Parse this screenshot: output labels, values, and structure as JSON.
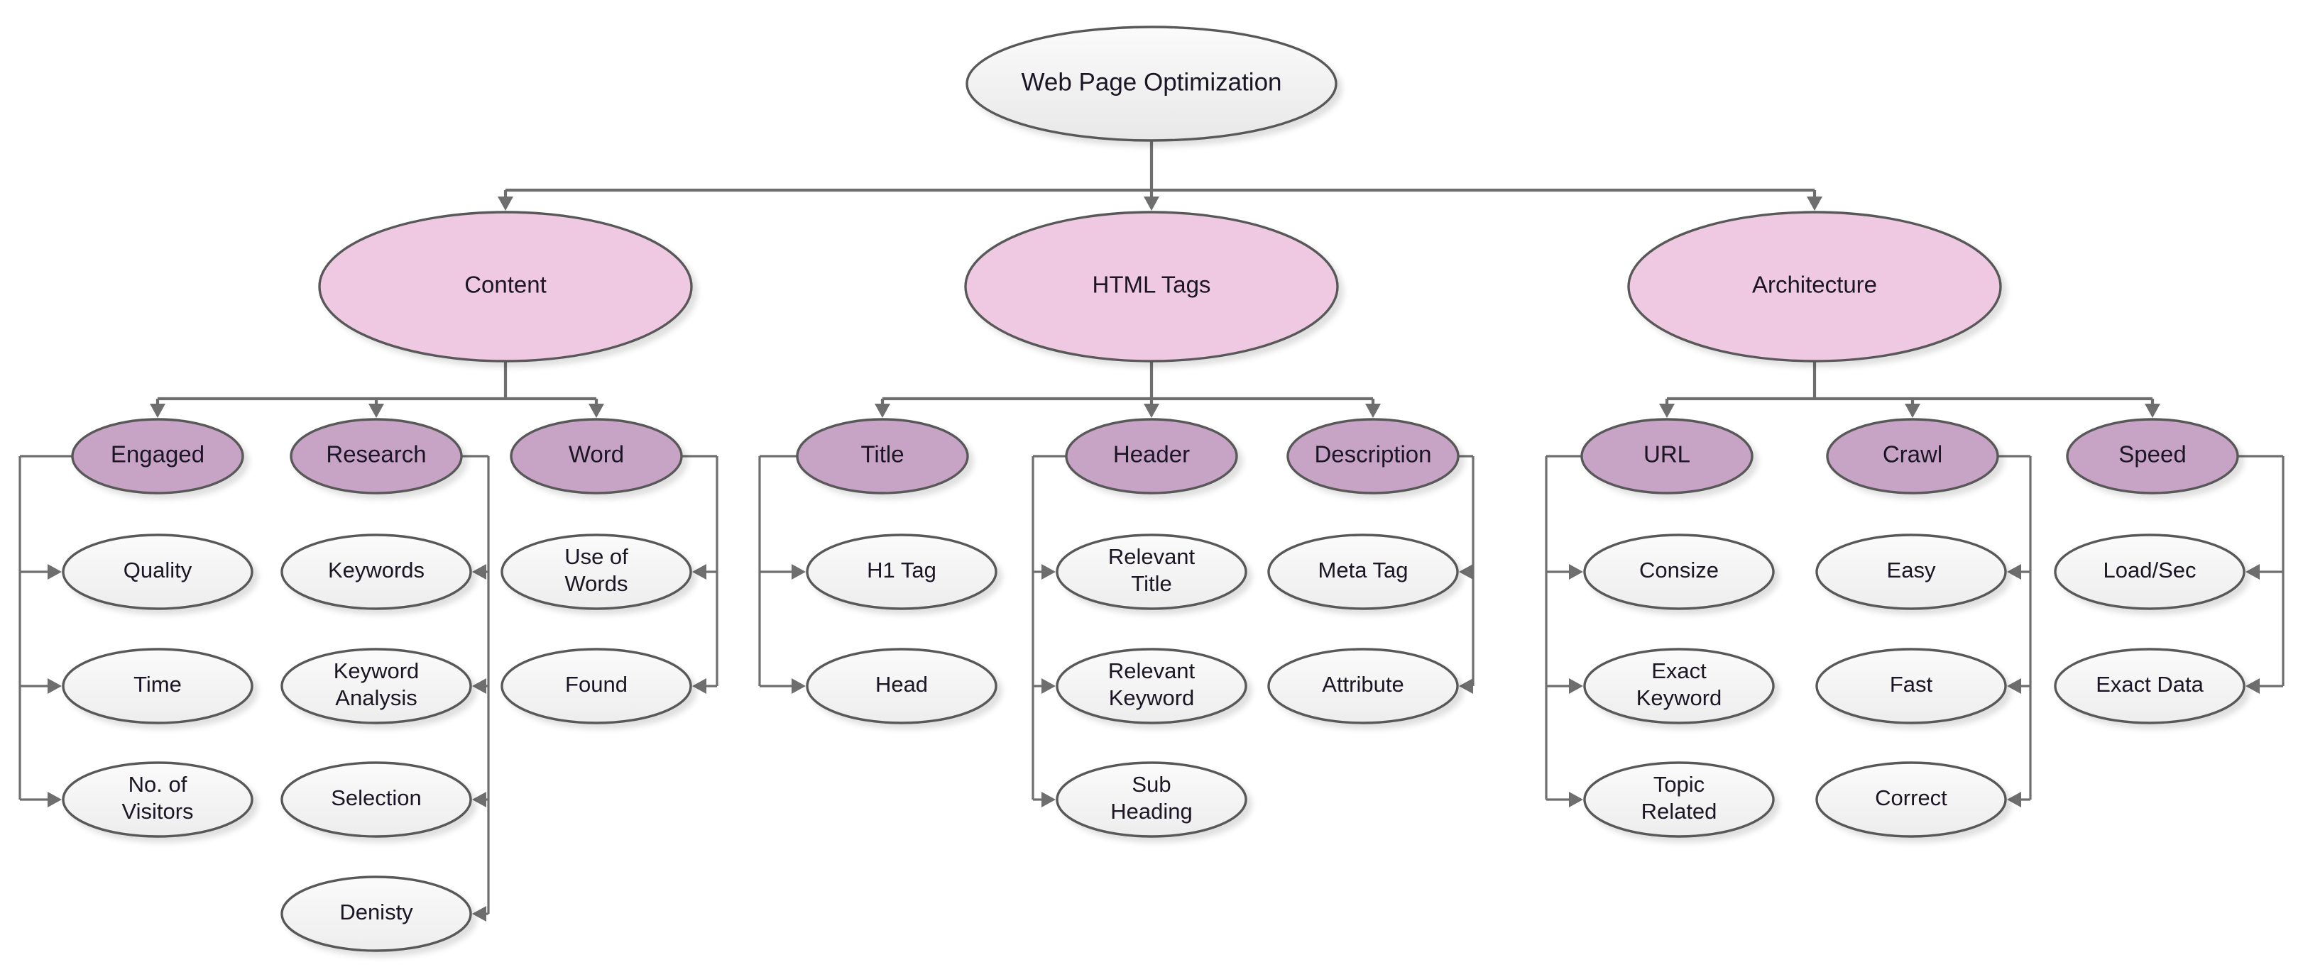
{
  "diagram": {
    "title": "Web Page Optimization",
    "type": "tree-mind-map",
    "palette": {
      "root_fill": "#f0f0f0",
      "level2_fill": "#eec9e1",
      "level3_fill": "#c7a4c6",
      "leaf_fill": "#f2f2f2",
      "stroke": "#595959",
      "edge": "#6e6e6e",
      "text": "#1b1524",
      "background": "#ffffff"
    },
    "root": {
      "label": "Web Page Optimization"
    },
    "branches": [
      {
        "label": "Content",
        "groups": [
          {
            "label": "Engaged",
            "bus_side": "left",
            "children": [
              {
                "label": "Quality"
              },
              {
                "label": "Time"
              },
              {
                "label": "No. of\nVisitors",
                "line1": "No. of",
                "line2": "Visitors"
              }
            ]
          },
          {
            "label": "Research",
            "bus_side": "right",
            "children": [
              {
                "label": "Keywords"
              },
              {
                "label": "Keyword\nAnalysis",
                "line1": "Keyword",
                "line2": "Analysis"
              },
              {
                "label": "Selection"
              },
              {
                "label": "Denisty"
              }
            ]
          },
          {
            "label": "Word",
            "bus_side": "right",
            "children": [
              {
                "label": "Use of\nWords",
                "line1": "Use of",
                "line2": "Words"
              },
              {
                "label": "Found"
              }
            ]
          }
        ]
      },
      {
        "label": "HTML Tags",
        "groups": [
          {
            "label": "Title",
            "bus_side": "left",
            "children": [
              {
                "label": "H1 Tag"
              },
              {
                "label": "Head"
              }
            ]
          },
          {
            "label": "Header",
            "bus_side": "left",
            "children": [
              {
                "label": "Relevant\nTitle",
                "line1": "Relevant",
                "line2": "Title"
              },
              {
                "label": "Relevant\nKeyword",
                "line1": "Relevant",
                "line2": "Keyword"
              },
              {
                "label": "Sub\nHeading",
                "line1": "Sub",
                "line2": "Heading"
              }
            ]
          },
          {
            "label": "Description",
            "bus_side": "right",
            "children": [
              {
                "label": "Meta Tag"
              },
              {
                "label": "Attribute"
              }
            ]
          }
        ]
      },
      {
        "label": "Architecture",
        "groups": [
          {
            "label": "URL",
            "bus_side": "left",
            "children": [
              {
                "label": "Consize"
              },
              {
                "label": "Exact\nKeyword",
                "line1": "Exact",
                "line2": "Keyword"
              },
              {
                "label": "Topic\nRelated",
                "line1": "Topic",
                "line2": "Related"
              }
            ]
          },
          {
            "label": "Crawl",
            "bus_side": "right",
            "children": [
              {
                "label": "Easy"
              },
              {
                "label": "Fast"
              },
              {
                "label": "Correct"
              }
            ]
          },
          {
            "label": "Speed",
            "bus_side": "right",
            "children": [
              {
                "label": "Load/Sec"
              },
              {
                "label": "Exact Data"
              }
            ]
          }
        ]
      }
    ]
  }
}
